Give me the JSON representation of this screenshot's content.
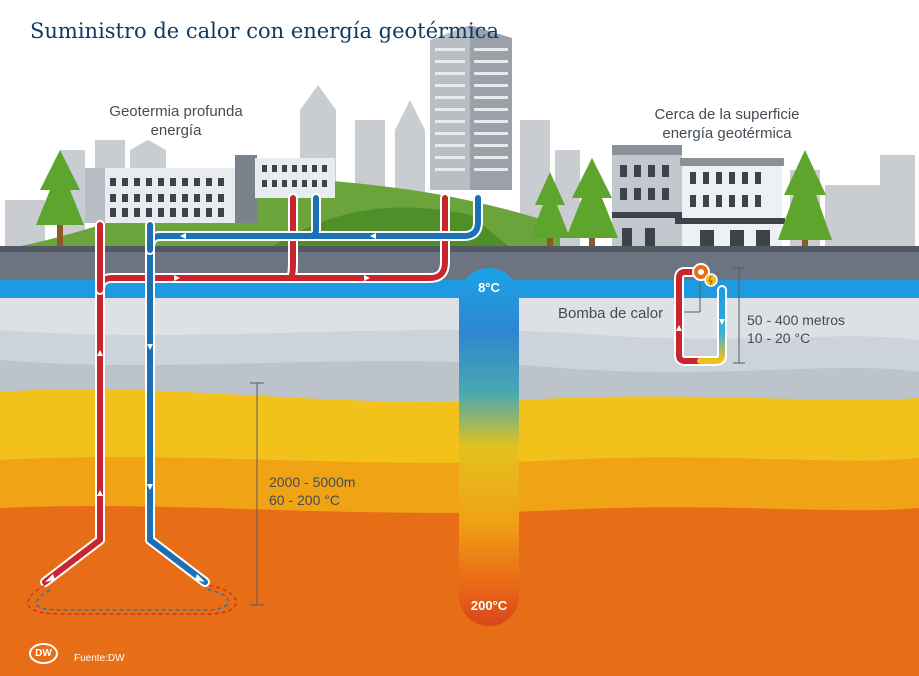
{
  "title": "Suministro de calor con energía geotérmica",
  "labels": {
    "deep_line1": "Geotermia profunda",
    "deep_line2": "energía",
    "near_line1": "Cerca de la superficie",
    "near_line2": "energía geotérmica",
    "heat_pump": "Bomba de calor",
    "near_depth": "50 - 400 metros",
    "near_temp": "10 - 20 °C",
    "deep_depth": "2000 - 5000m",
    "deep_temp": "60 - 200 °C",
    "temp_top": "8°C",
    "temp_bottom": "200°C"
  },
  "footer": {
    "logo": "DW",
    "source": "Fuente:DW"
  },
  "colors": {
    "hot_pipe": "#c8252f",
    "cold_pipe": "#1a6fb5",
    "water_layer": "#1e9be0",
    "ground_grey": "#cdd3da",
    "layer_yellow": "#f2c21b",
    "layer_orange": "#ee8a0f",
    "layer_deep": "#e86d17",
    "tree_green": "#5ea52d",
    "grass": "#6aa43a"
  }
}
